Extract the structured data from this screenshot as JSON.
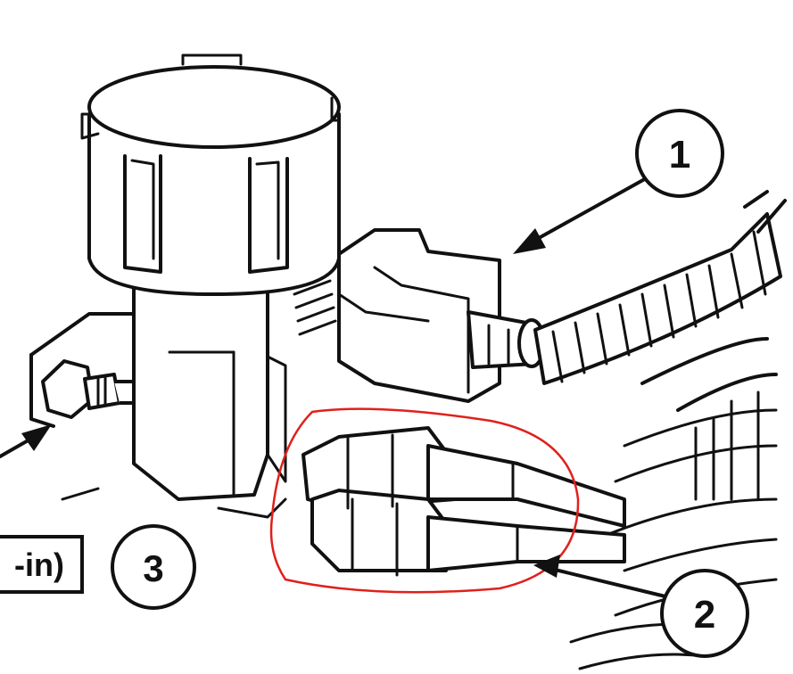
{
  "callouts": [
    {
      "id": "1",
      "text": "1"
    },
    {
      "id": "2",
      "text": "2"
    },
    {
      "id": "3",
      "text": "3"
    }
  ],
  "partial_label": {
    "text": "-in)"
  },
  "highlight": {
    "color": "#e0201c",
    "shape": "freehand-ellipse"
  },
  "icons": [
    "arrow-icon"
  ]
}
